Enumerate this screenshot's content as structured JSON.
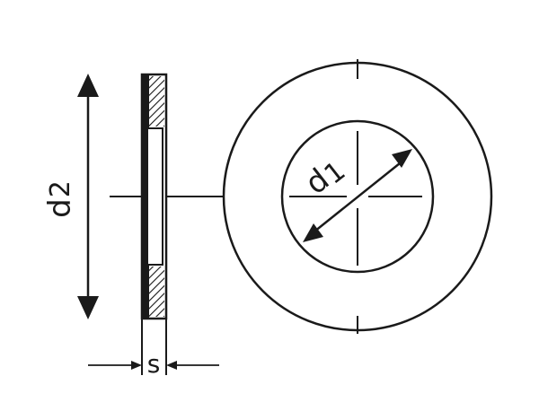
{
  "labels": {
    "outer_diameter_letter": "d",
    "outer_diameter_subscript": "2",
    "inner_diameter_letter": "d",
    "inner_diameter_subscript": "1",
    "thickness": "s"
  },
  "colors": {
    "line": "#1a1a1a",
    "background": "#ffffff"
  }
}
